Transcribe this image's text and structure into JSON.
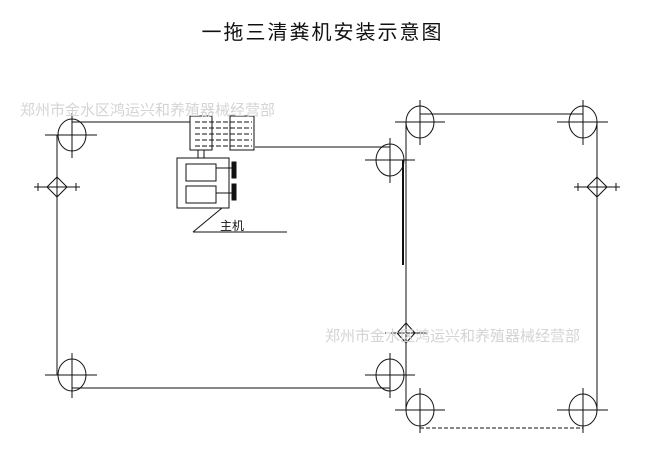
{
  "title": "一拖三清粪机安装示意图",
  "watermark": "郑州市金水区鸿运兴和养殖器械经营部",
  "main_unit_label": "主机",
  "colors": {
    "line": "#111111",
    "watermark": "#d4d4d4"
  }
}
